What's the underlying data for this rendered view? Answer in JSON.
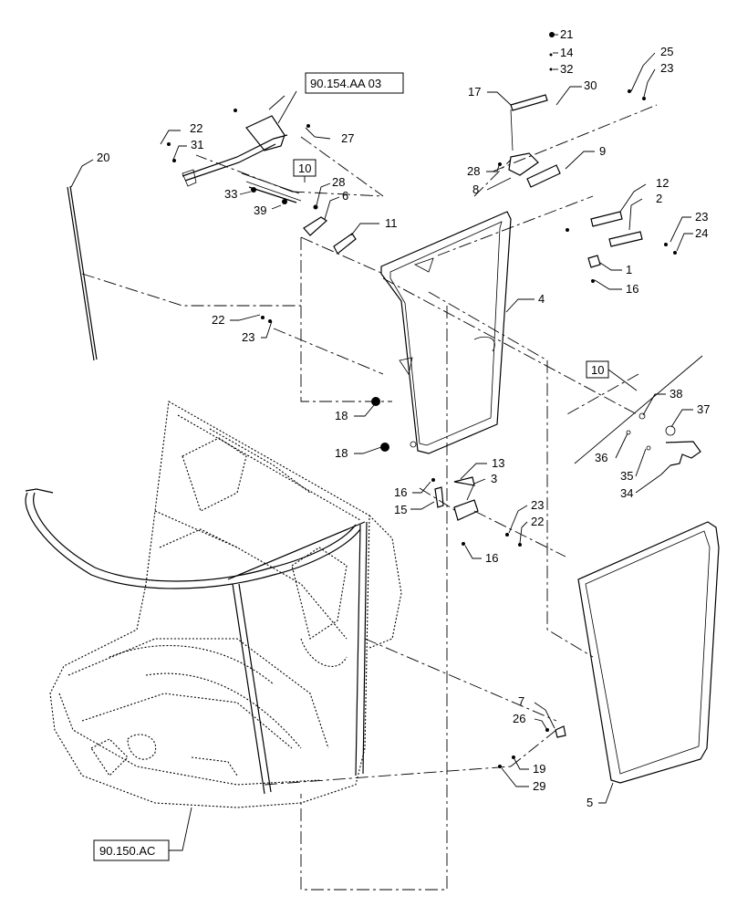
{
  "references": {
    "ref_top": "90.154.AA 03",
    "ref_bottom": "90.150.AC",
    "boxed_10_upper": "10",
    "boxed_10_right": "10"
  },
  "callouts": {
    "c21": "21",
    "c14": "14",
    "c32": "32",
    "c30": "30",
    "c17": "17",
    "c25": "25",
    "c23a": "23",
    "c27": "27",
    "c22a": "22",
    "c31": "31",
    "c20": "20",
    "c28a": "28",
    "c9": "9",
    "c8": "8",
    "c33": "33",
    "c28b": "28",
    "c6": "6",
    "c39": "39",
    "c11": "11",
    "c12": "12",
    "c2": "2",
    "c23b": "23",
    "c24": "24",
    "c1": "1",
    "c16a": "16",
    "c4": "4",
    "c22b": "22",
    "c23c": "23",
    "c18a": "18",
    "c18b": "18",
    "c38": "38",
    "c37": "37",
    "c36": "36",
    "c35": "35",
    "c34": "34",
    "c13": "13",
    "c16b": "16",
    "c15": "15",
    "c3": "3",
    "c23d": "23",
    "c22c": "22",
    "c16c": "16",
    "c7": "7",
    "c26": "26",
    "c19": "19",
    "c29": "29",
    "c5": "5"
  },
  "icons": [
    "cab-frame-icon",
    "door-glass-icon",
    "seal-icon",
    "handle-icon",
    "hinge-icon"
  ]
}
